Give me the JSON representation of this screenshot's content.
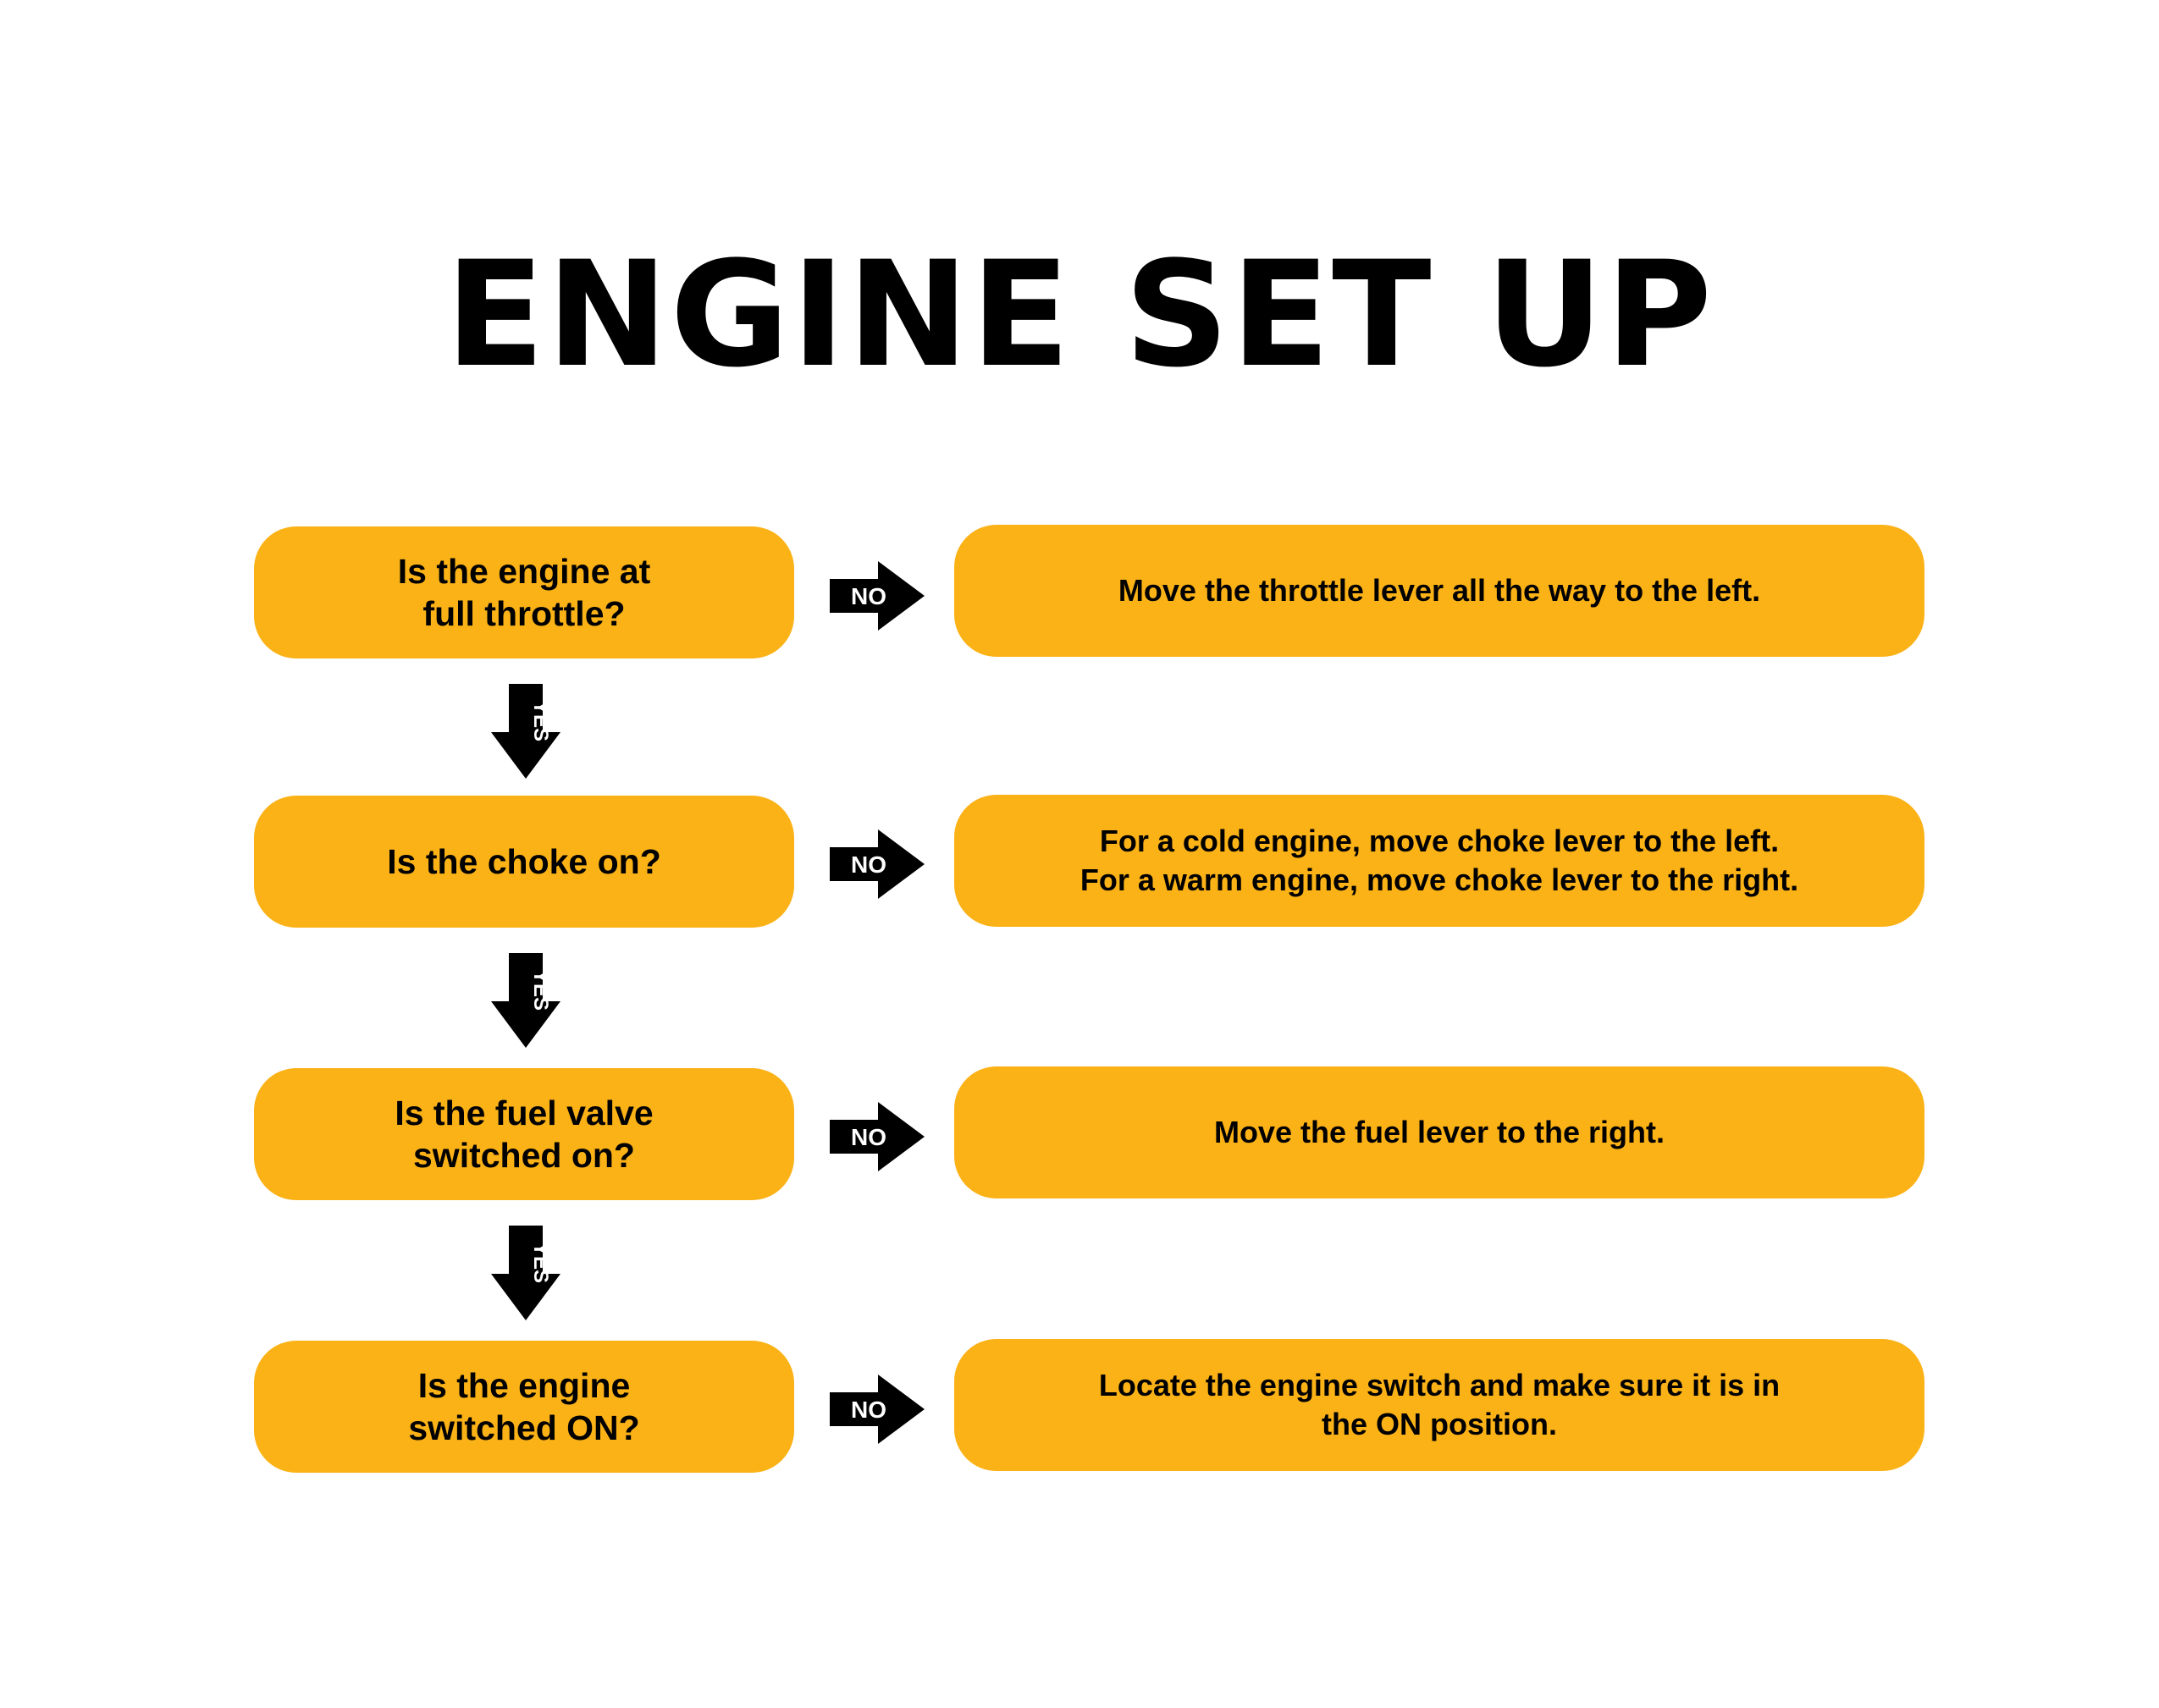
{
  "title": "ENGINE SET UP",
  "colors": {
    "box_fill": "#fbb217",
    "arrow_fill": "#000000",
    "arrow_text": "#ffffff",
    "text": "#000000",
    "background": "#ffffff"
  },
  "steps": [
    {
      "question": "Is the engine at\nfull throttle?",
      "no_label": "NO",
      "action": "Move the throttle lever all the way to the left.",
      "yes_label": "YES"
    },
    {
      "question": "Is the choke on?",
      "no_label": "NO",
      "action": "For a cold engine, move choke lever to the left.\nFor a warm engine, move choke lever to the right.",
      "yes_label": "YES"
    },
    {
      "question": "Is the fuel valve\nswitched on?",
      "no_label": "NO",
      "action": "Move the fuel lever to the right.",
      "yes_label": "YES"
    },
    {
      "question": "Is the engine\nswitched ON?",
      "no_label": "NO",
      "action": "Locate the engine switch and make sure it is in\nthe ON position."
    }
  ]
}
